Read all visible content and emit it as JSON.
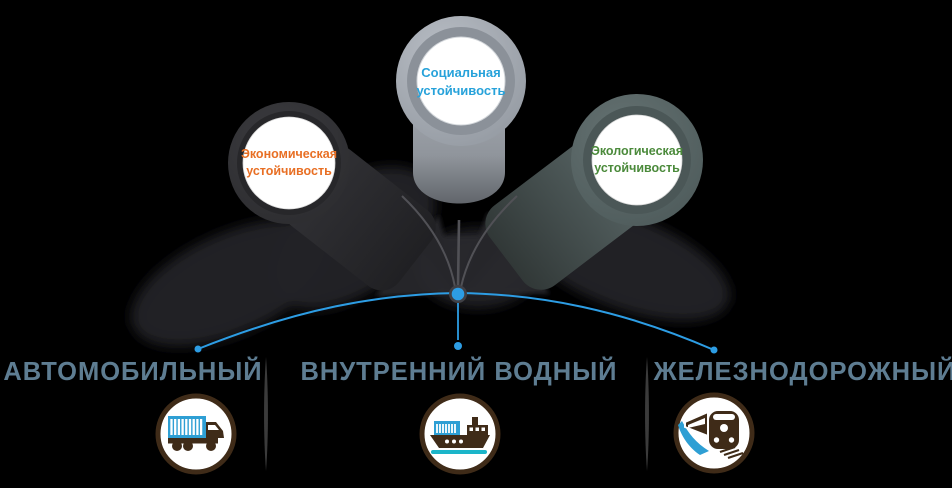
{
  "pillars": [
    {
      "id": "economic",
      "label_line1": "Экономическая",
      "label_line2": "устойчивость",
      "text_color": "#e86f24"
    },
    {
      "id": "social",
      "label_line1": "Социальная",
      "label_line2": "устойчивость",
      "text_color": "#27a2da"
    },
    {
      "id": "ecological",
      "label_line1": "Экологическая",
      "label_line2": "устойчивость",
      "text_color": "#4b8a3b"
    }
  ],
  "transport_modes": [
    {
      "id": "road",
      "label": "АВТОМОБИЛЬНЫЙ",
      "icon": "truck-icon"
    },
    {
      "id": "inland-water",
      "label": "ВНУТРЕННИЙ ВОДНЫЙ",
      "icon": "ship-icon"
    },
    {
      "id": "rail",
      "label": "ЖЕЛЕЗНОДОРОЖНЫЙ",
      "icon": "train-icon"
    }
  ],
  "colors": {
    "background": "#000000",
    "accent_blue": "#2d9de4",
    "mode_label": "#5e7d92",
    "icon_outline": "#3f2b18",
    "icon_blue": "#2e9fd4",
    "icon_teal": "#1bb5c9",
    "pillar_dark": "#313134",
    "pillar_silver": "#a5aab1",
    "pillar_slate": "#5b6868"
  }
}
